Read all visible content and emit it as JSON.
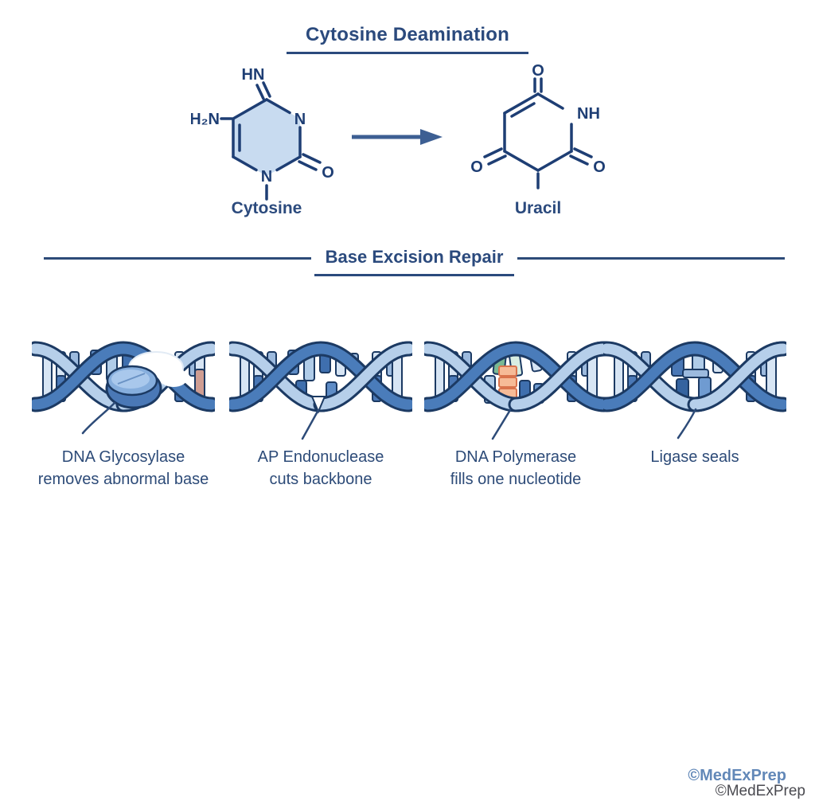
{
  "deamination": {
    "title": "Cytosine Deamination",
    "cytosine": {
      "name": "Cytosine",
      "atoms": {
        "hn": "HN",
        "h2n": "H₂N",
        "n3": "N",
        "n1": "N",
        "o2": "O"
      }
    },
    "uracil": {
      "name": "Uracil",
      "atoms": {
        "o_top": "O",
        "nh": "NH",
        "o_right": "O",
        "o_left": "O"
      }
    }
  },
  "repair": {
    "title": "Base Excision Repair",
    "steps": [
      {
        "caption_line1": "DNA Glycosylase",
        "caption_line2": "removes abnormal base"
      },
      {
        "caption_line1": "AP Endonuclease",
        "caption_line2": "cuts backbone"
      },
      {
        "caption_line1": "DNA Polymerase",
        "caption_line2": "fills one nucleotide"
      },
      {
        "caption_line1": "Ligase seals",
        "caption_line2": ""
      }
    ]
  },
  "watermark": {
    "line1": "©MedExPrep",
    "line2": "©MedExPrep"
  },
  "colors": {
    "heading": "#2b4a7d",
    "molecule_outline": "#1e3e74",
    "ring_fill": "#c8dbf0",
    "strand_dark": "#4a7cba",
    "strand_light": "#b6cfea",
    "abnormal_base": "#cf9d92",
    "new_nucleotide_orange": "#f6bb97",
    "new_nucleotide_green": "#7ab894",
    "watermark_blue": "#6288b8",
    "watermark_gray": "#4a4a50"
  }
}
